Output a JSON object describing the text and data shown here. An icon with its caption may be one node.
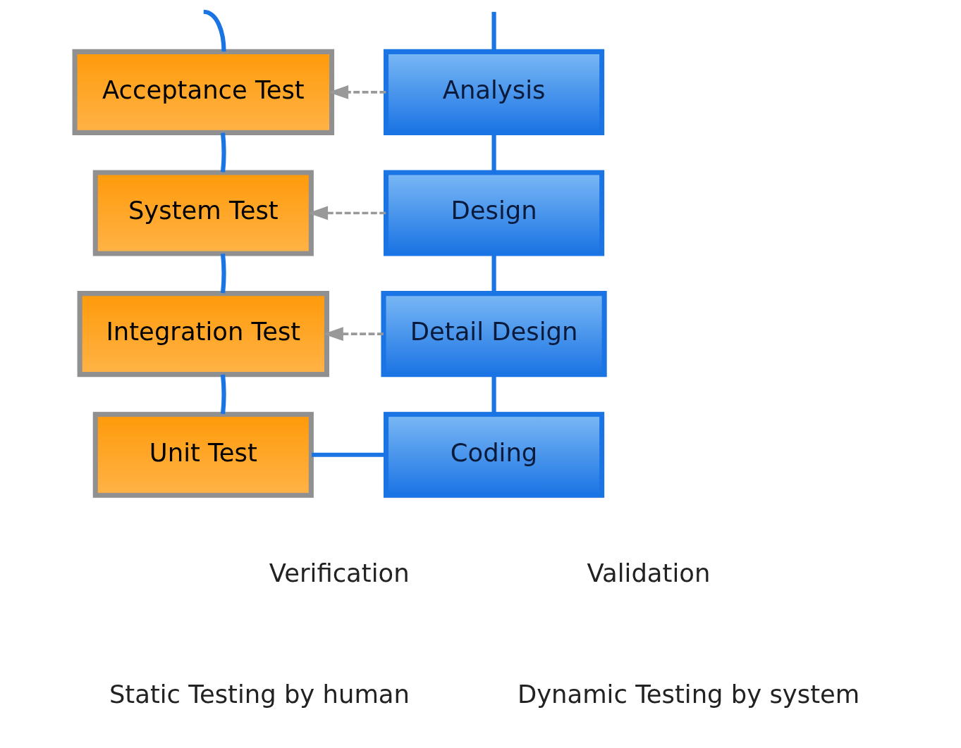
{
  "diagram": {
    "nodes": [
      {
        "text": [
          "Analysis"
        ]
      },
      {
        "text": [
          "Design"
        ]
      },
      {
        "text": [
          "Detail Design"
        ]
      },
      {
        "text": [
          "Coding"
        ]
      },
      {
        "text": [
          "Unit Test"
        ]
      },
      {
        "text": [
          "Integration Test"
        ]
      },
      {
        "text": [
          "System Test"
        ]
      },
      {
        "text": [
          "Acceptance Test"
        ]
      }
    ],
    "edges": [
      {
        "from": null,
        "to": 0,
        "arrow": "none"
      },
      {
        "from": 0,
        "to": 1,
        "arrow": "none"
      },
      {
        "from": 1,
        "to": 2,
        "arrow": "none"
      },
      {
        "from": 2,
        "to": 3,
        "arrow": "none"
      },
      {
        "from": 3,
        "to": 4,
        "arrow": "none"
      },
      {
        "from": 4,
        "to": 5,
        "arrow": "none"
      },
      {
        "from": 5,
        "to": 6,
        "arrow": "none"
      },
      {
        "from": 6,
        "to": 7,
        "arrow": "none"
      },
      {
        "from": 7,
        "to": null,
        "arrow": "none"
      },
      {
        "from": 0,
        "to": 7,
        "arrow": "to",
        "style": "dashed",
        "color": "#999999"
      },
      {
        "from": 1,
        "to": 6,
        "arrow": "to",
        "style": "dashed",
        "color": "#999999"
      },
      {
        "from": 2,
        "to": 5,
        "arrow": "to",
        "style": "dashed",
        "color": "#999999"
      }
    ],
    "labels": [
      "Verification",
      "Static Testing by human",
      "Validation",
      "Dynamic Testing by system"
    ]
  }
}
